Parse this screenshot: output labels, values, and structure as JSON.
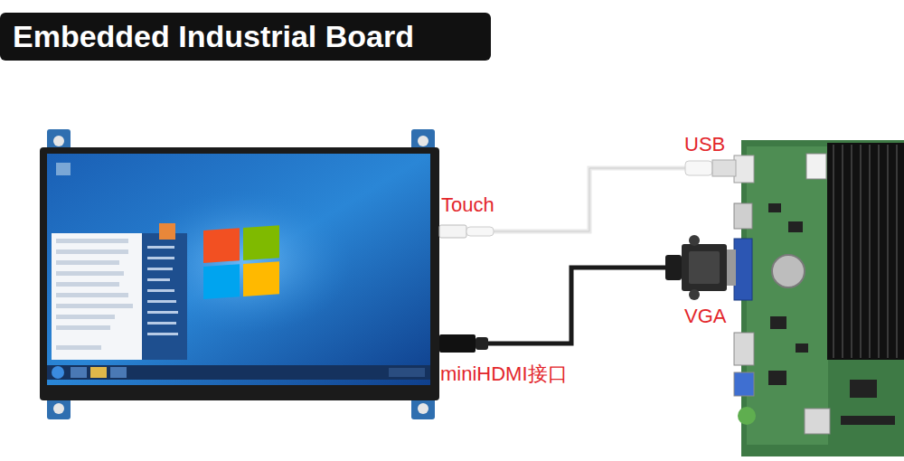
{
  "diagram": {
    "title": "Embedded Industrial Board",
    "labels": [
      "Touch",
      "USB",
      "VGA",
      "miniHDMI接口"
    ]
  }
}
